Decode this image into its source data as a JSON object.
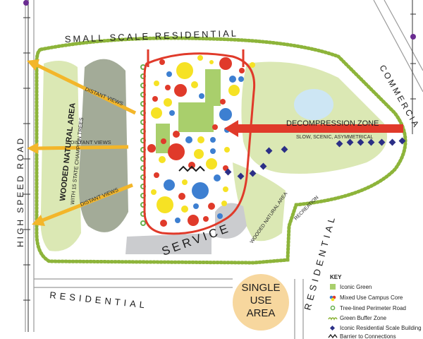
{
  "labels": {
    "small_scale_residential": "SMALL SCALE RESIDENTIAL",
    "high_speed_road": "HIGH SPEED ROAD",
    "commercial": "COMMERCIA",
    "wooded_natural_area": "WOODED NATURAL AREA",
    "champion_trees": "WITH 15 STATE CHAMPION TREES",
    "distant_views": [
      "DISTANT VIEWS",
      "DISTANT VIEWS",
      "DISTANT VIEWS"
    ],
    "decompression_zone": "DECOMPRESSION ZONE",
    "decompression_sub": "SLOW, SCENIC, ASYMMETRICAL",
    "service": "SERVICE",
    "wooded_natural_area_small": "WOODED NATURAL AREA",
    "recreation": "RECREATION",
    "residential_left": "RESIDENTIAL",
    "residential_right": "RESIDENTIAL",
    "single_use_area_1": "SINGLE",
    "single_use_area_2": "USE",
    "single_use_area_3": "AREA"
  },
  "key": {
    "title": "KEY",
    "items": [
      {
        "label": "Iconic Green",
        "icon": "green-square-icon"
      },
      {
        "label": "Mixed Use Campus Core",
        "icon": "campus-dots-icon"
      },
      {
        "label": "Tree-lined Perimeter Road",
        "icon": "tree-dot-icon"
      },
      {
        "label": "Green Buffer Zone",
        "icon": "scallop-line-icon"
      },
      {
        "label": "Iconic Residential Scale Building",
        "icon": "diamond-icon"
      },
      {
        "label": "Barrier to Connections",
        "icon": "zigzag-icon"
      }
    ]
  },
  "colors": {
    "buffer": "#8db43a",
    "light_green": "#dbe8b4",
    "wooded_gray": "#a3ab98",
    "red": "#e03a2a",
    "orange_arrow": "#f3b62a",
    "blue": "#3d7fd1",
    "yellow": "#f6e224",
    "green_dot": "#67b14e",
    "navy": "#2b2f86",
    "service_gray": "#cbcccf",
    "pond": "#cde6f4",
    "single_use": "#f7d79e"
  }
}
